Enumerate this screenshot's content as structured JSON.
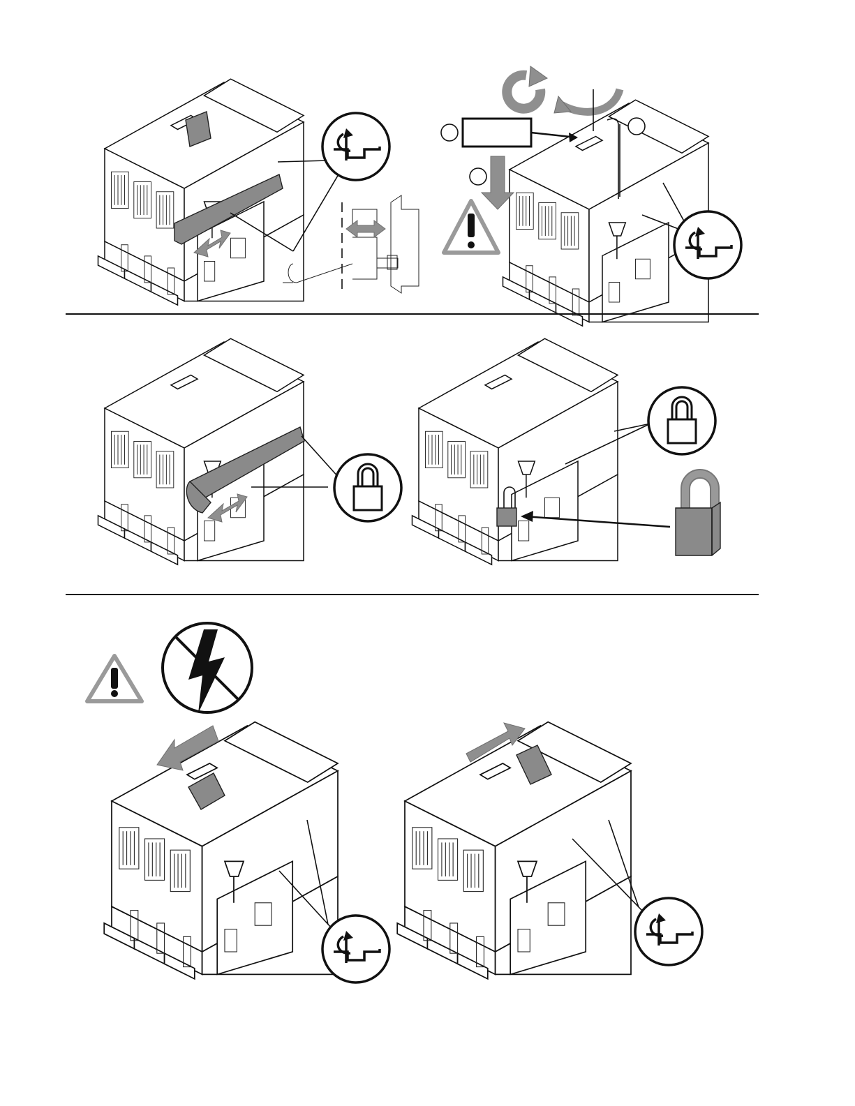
{
  "figure": {
    "panels": [
      {
        "id": "p1",
        "callouts": [
          "handle-icon"
        ],
        "inset": "racking-mechanism"
      },
      {
        "id": "p2",
        "callouts": [
          "handle-icon"
        ],
        "step_markers": [
          "",
          "",
          ""
        ],
        "label_box": ""
      },
      {
        "id": "p3",
        "callouts": [
          "padlock-icon"
        ]
      },
      {
        "id": "p4",
        "callouts": [
          "padlock-icon",
          "padlock-large"
        ]
      },
      {
        "id": "p5",
        "callouts": [
          "handle-icon"
        ],
        "warnings": [
          "warning-triangle",
          "no-voltage-symbol"
        ]
      },
      {
        "id": "p6",
        "callouts": [
          "handle-icon"
        ]
      }
    ]
  },
  "colors": {
    "line": "#111111",
    "accent_grey": "#8a8a8a",
    "warning_grey": "#9a9a9a",
    "background": "#ffffff"
  }
}
